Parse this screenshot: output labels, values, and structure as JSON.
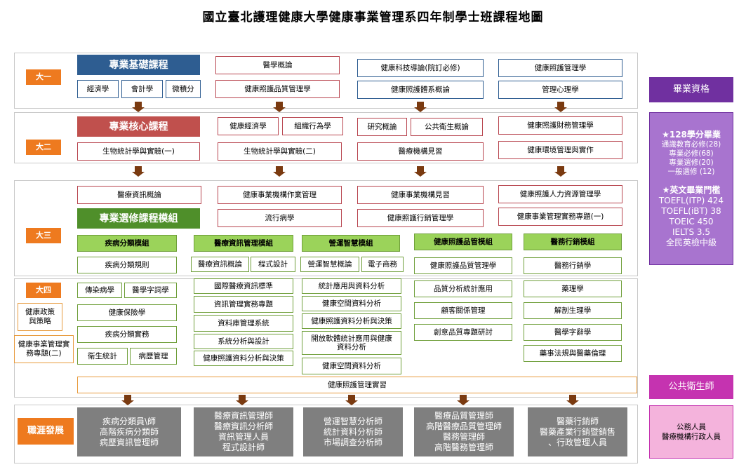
{
  "title": "國立臺北護理健康大學健康事業管理系四年制學士班課程地圖",
  "years": {
    "y1": "大一",
    "y2": "大二",
    "y3": "大三",
    "y4": "大四"
  },
  "year1": {
    "foundation_heading": "專業基礎課程",
    "economics": "經濟學",
    "accounting": "會計學",
    "calculus": "微積分",
    "medical_intro": "醫學概論",
    "hc_quality": "健康照護品質管理學",
    "tech_intro": "健康科技導論(院訂必修)",
    "hc_system": "健康照護體系概論",
    "hc_management": "健康照護管理學",
    "mgmt_psych": "管理心理學"
  },
  "year2": {
    "core_heading": "專業核心課程",
    "health_econ": "健康經濟學",
    "org_behavior": "組織行為學",
    "research_intro": "研究概論",
    "public_health": "公共衛生概論",
    "hc_finance": "健康照護財務管理學",
    "biostat1": "生物統計學與實驗(一)",
    "biostat2": "生物統計學與實驗(二)",
    "org_visit": "醫療機構見習",
    "env_mgmt": "健康環境管理與實作"
  },
  "year3": {
    "elective_heading": "專業選修課程模組",
    "med_info_intro": "醫療資訊概論",
    "ops_mgmt": "健康事業機構作業管理",
    "org_visit2": "健康事業機構見習",
    "hr_mgmt": "健康照護人力資源管理學",
    "epidemiology": "流行病學",
    "hc_marketing": "健康照護行銷管理學",
    "practice_topic1": "健康事業管理實務專題(一)",
    "mod_disease": "疾病分類模組",
    "mod_info": "醫療資訊管理模組",
    "mod_smart": "營運智慧模組",
    "mod_quality": "健康照護品管模組",
    "mod_marketing": "醫務行銷模組",
    "disease_rules": "疾病分類規則",
    "med_info_intro2": "醫療資訊概論",
    "programming": "程式設計",
    "smart_intro": "營運智慧概論",
    "ecommerce": "電子商務",
    "quality_mgmt": "健康照護品質管理學",
    "med_marketing": "醫務行銷學"
  },
  "year4": {
    "infectious": "傳染病學",
    "med_terms": "醫學字詞學",
    "health_insurance": "健康保險學",
    "disease_practice": "疾病分類實務",
    "health_stats": "衛生統計",
    "medical_records": "病歷管理",
    "intl_standard": "國際醫療資訊標準",
    "info_topic": "資訊管理實務專題",
    "db_system": "資料庫管理系統",
    "sys_analysis": "系統分析與設計",
    "data_decision": "健康照護資料分析與決策",
    "stat_app": "統計應用與資料分析",
    "spatial1": "健康空間資料分析",
    "hc_data_decision": "健康照護資料分析與決策",
    "open_software": "開放軟體統計應用與健康資料分析",
    "spatial2": "健康空間資料分析",
    "quality_stats": "品質分析統計應用",
    "customer_rel": "顧客關係管理",
    "innovation": "創意品質專題研討",
    "pharmacology": "藥理學",
    "anatomy": "解剖生理學",
    "med_terms2": "醫學字辭學",
    "pharm_law": "藥事法規與醫藥倫理",
    "health_policy": "健康政策與策略",
    "practice_topic2": "健康事業管理實務專題(二)",
    "internship": "健康照護管理實習"
  },
  "career": {
    "heading": "職涯發展",
    "c1": [
      "疾病分類員\\師",
      "高階疾病分類師",
      "病歷資訊管理師"
    ],
    "c2": [
      "醫療資訊管理師",
      "醫療資訊分析師",
      "資訊管理人員",
      "程式設計師"
    ],
    "c3": [
      "營運智慧分析師",
      "統計資料分析師",
      "市場調查分析師"
    ],
    "c4": [
      "醫療品質管理師",
      "高階醫療品質管理師",
      "醫務管理師",
      "高階醫務管理師"
    ],
    "c5": [
      "醫藥行銷師",
      "醫藥產業行銷暨銷售",
      "、行政管理人員"
    ]
  },
  "graduation": {
    "label": "畢業資格",
    "credits_title": "★128學分畢業",
    "credits": [
      "通識教育必修(28)",
      "專業必修(68)",
      "專業選修(20)",
      "一般選修 (12)"
    ],
    "english_title": "★英文畢業門檻",
    "english": [
      "TOEFL(ITP) 424",
      "TOEFL(iBT) 38",
      "TOEIC 450",
      "IELTS 3.5",
      "全民英檢中級"
    ]
  },
  "public_health": {
    "label": "公共衛生師",
    "roles": [
      "公務人員",
      "醫療機構行政人員"
    ]
  },
  "colors": {
    "blue": "#2e5d91",
    "red": "#c0504d",
    "green": "#4f8f2a",
    "light_green": "#9bd35a",
    "orange": "#ee7a1f",
    "arrow": "#7a3a10",
    "gray": "#7f7f7f",
    "purple": "#7030a0",
    "magenta": "#c533b0",
    "pink": "#f4b3dc"
  }
}
